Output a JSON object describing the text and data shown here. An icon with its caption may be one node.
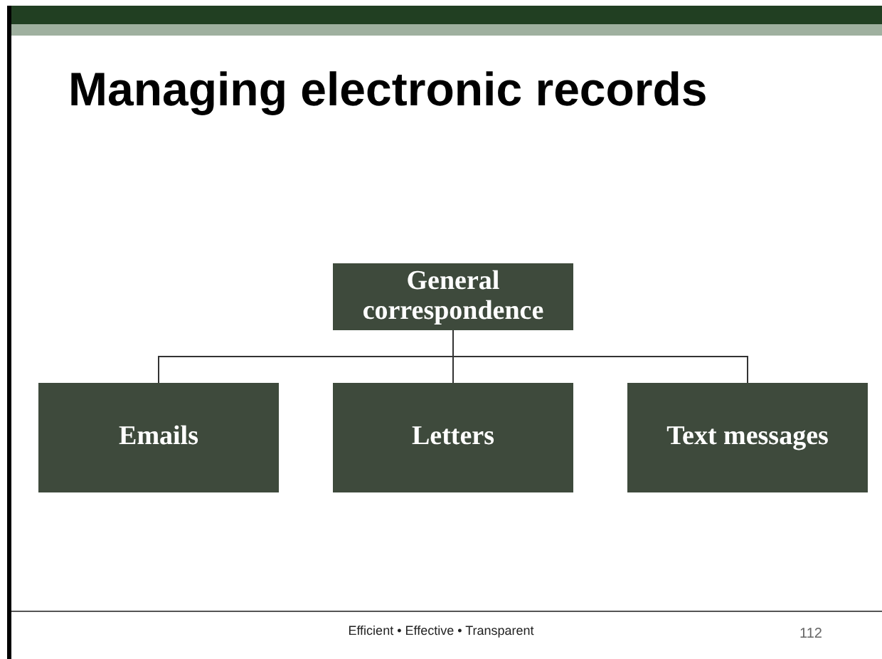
{
  "diagram": {
    "title": "Managing electronic records",
    "nodes": [
      {
        "text": [
          "General correspondence"
        ]
      },
      {
        "text": [
          "Emails"
        ]
      },
      {
        "text": [
          "Letters"
        ]
      },
      {
        "text": [
          "Text messages"
        ]
      }
    ],
    "edges": [
      {
        "from": 0,
        "to": 1,
        "arrow": "none"
      },
      {
        "from": 0,
        "to": 2,
        "arrow": "none"
      },
      {
        "from": 0,
        "to": 3,
        "arrow": "none"
      }
    ],
    "labels": [
      "Efficient • Effective • Transparent",
      "112"
    ]
  }
}
